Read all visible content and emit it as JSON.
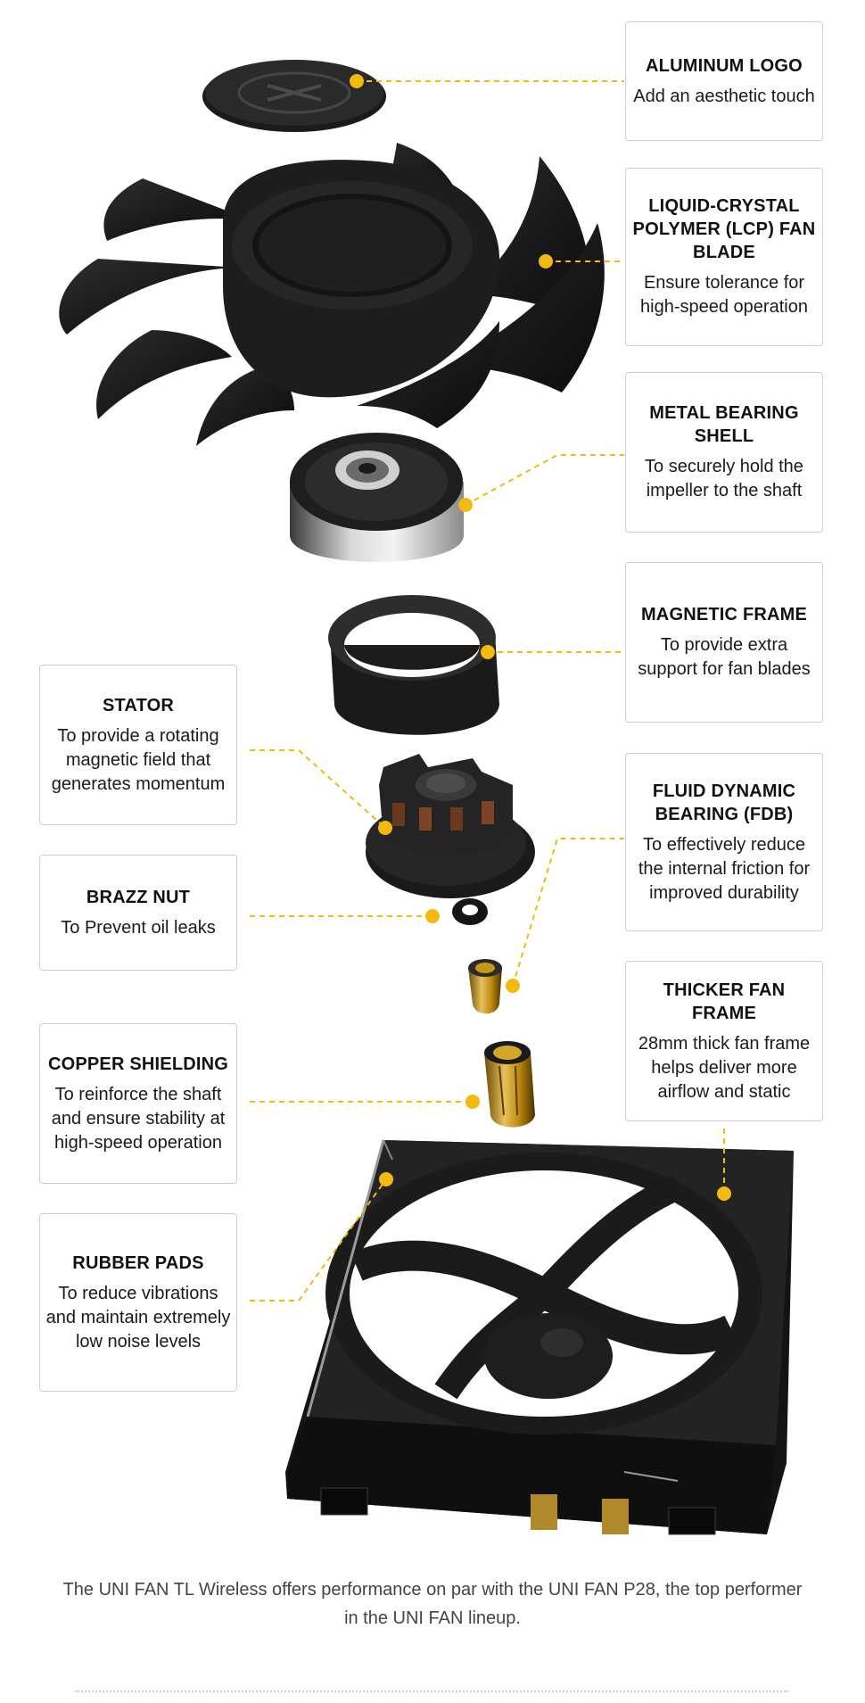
{
  "callouts": {
    "aluminum_logo": {
      "title": "ALUMINUM LOGO",
      "desc": "Add an aesthetic touch"
    },
    "fan_blade": {
      "title": "LIQUID-CRYSTAL POLYMER (LCP) FAN BLADE",
      "desc": "Ensure tolerance for high-speed operation"
    },
    "metal_bearing_shell": {
      "title": "METAL BEARING SHELL",
      "desc": "To securely hold the impeller to the shaft"
    },
    "magnetic_frame": {
      "title": "MAGNETIC FRAME",
      "desc": "To provide extra support for fan blades"
    },
    "stator": {
      "title": "STATOR",
      "desc": "To provide a rotating magnetic field that generates momentum"
    },
    "fluid_dynamic_bearing": {
      "title": "FLUID DYNAMIC BEARING (FDB)",
      "desc": "To effectively reduce the internal friction for improved durability"
    },
    "brazz_nut": {
      "title": "BRAZZ NUT",
      "desc": "To Prevent oil leaks"
    },
    "thicker_fan_frame": {
      "title": "THICKER FAN FRAME",
      "desc": "28mm thick fan frame helps deliver more airflow and static"
    },
    "copper_shielding": {
      "title": "COPPER SHIELDING",
      "desc": "To reinforce the shaft and ensure stability at high-speed operation"
    },
    "rubber_pads": {
      "title": "RUBBER PADS",
      "desc": "To reduce vibrations and maintain extremely low noise levels"
    }
  },
  "caption": "The UNI FAN TL Wireless offers performance on par with the UNI FAN P28, the top performer in the UNI FAN lineup.",
  "colors": {
    "accent": "#f2b90f",
    "box_border": "#cfcfcf",
    "part_dark": "#1e1e1e",
    "brass": "#c9971c"
  }
}
